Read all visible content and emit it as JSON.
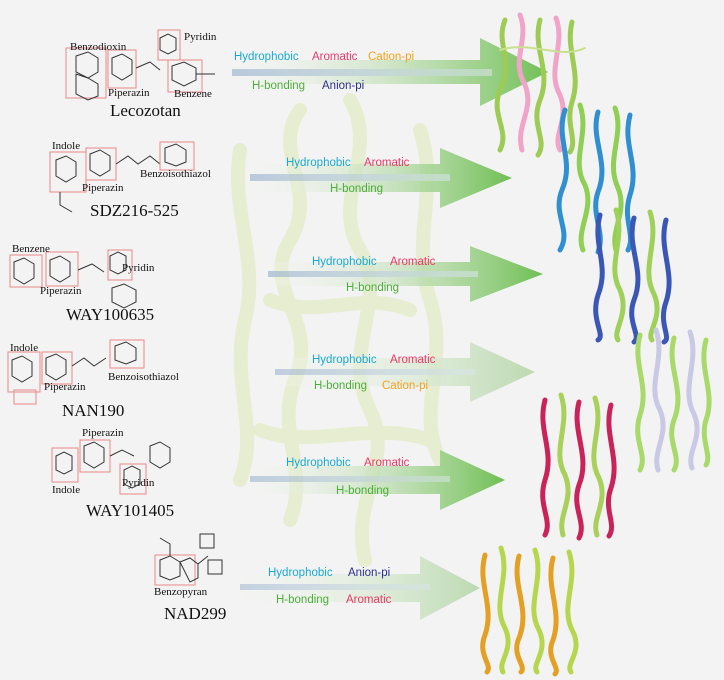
{
  "colors": {
    "hydrophobic": "#1aa9d6",
    "aromatic": "#e8396a",
    "cation_pi": "#f2a21b",
    "h_bonding": "#4caf3a",
    "anion_pi": "#2a2f8f",
    "arrow": "#7fc46a",
    "fragment_box": "#e88a8a"
  },
  "molecules": [
    {
      "name": "Lecozotan",
      "fragments": [
        "Benzodioxin",
        "Piperazin",
        "Pyridin",
        "Benzene"
      ],
      "interactions": [
        {
          "label": "Hydrophobic",
          "type": "hydrophobic"
        },
        {
          "label": "Aromatic",
          "type": "aromatic"
        },
        {
          "label": "Cation-pi",
          "type": "cation_pi"
        },
        {
          "label": "H-bonding",
          "type": "h_bonding"
        },
        {
          "label": "Anion-pi",
          "type": "anion_pi"
        }
      ]
    },
    {
      "name": "SDZ216-525",
      "fragments": [
        "Indole",
        "Piperazin",
        "Benzoisothiazol"
      ],
      "interactions": [
        {
          "label": "Hydrophobic",
          "type": "hydrophobic"
        },
        {
          "label": "Aromatic",
          "type": "aromatic"
        },
        {
          "label": "H-bonding",
          "type": "h_bonding"
        }
      ]
    },
    {
      "name": "WAY100635",
      "fragments": [
        "Benzene",
        "Piperazin",
        "Pyridin"
      ],
      "interactions": [
        {
          "label": "Hydrophobic",
          "type": "hydrophobic"
        },
        {
          "label": "Aromatic",
          "type": "aromatic"
        },
        {
          "label": "H-bonding",
          "type": "h_bonding"
        }
      ]
    },
    {
      "name": "NAN190",
      "fragments": [
        "Indole",
        "Piperazin",
        "Benzoisothiazol"
      ],
      "interactions": [
        {
          "label": "Hydrophobic",
          "type": "hydrophobic"
        },
        {
          "label": "Aromatic",
          "type": "aromatic"
        },
        {
          "label": "H-bonding",
          "type": "h_bonding"
        },
        {
          "label": "Cation-pi",
          "type": "cation_pi"
        }
      ]
    },
    {
      "name": "WAY101405",
      "fragments": [
        "Piperazin",
        "Indole",
        "Pyridin"
      ],
      "interactions": [
        {
          "label": "Hydrophobic",
          "type": "hydrophobic"
        },
        {
          "label": "Aromatic",
          "type": "aromatic"
        },
        {
          "label": "H-bonding",
          "type": "h_bonding"
        }
      ]
    },
    {
      "name": "NAD299",
      "fragments": [
        "Benzopyran"
      ],
      "interactions": [
        {
          "label": "Hydrophobic",
          "type": "hydrophobic"
        },
        {
          "label": "Anion-pi",
          "type": "anion_pi"
        },
        {
          "label": "H-bonding",
          "type": "h_bonding"
        },
        {
          "label": "Aromatic",
          "type": "aromatic"
        }
      ]
    }
  ]
}
